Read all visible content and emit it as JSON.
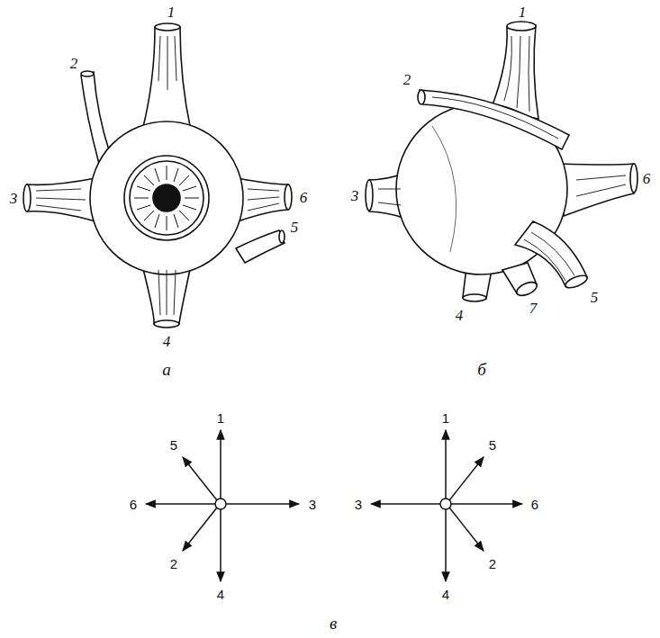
{
  "diagram": {
    "labels": [
      "1",
      "2",
      "3",
      "6",
      "5",
      "4",
      "а",
      "1",
      "2",
      "3",
      "6",
      "4",
      "7",
      "5",
      "б",
      "1",
      "5",
      "6",
      "3",
      "2",
      "4",
      "1",
      "5",
      "3",
      "6",
      "2",
      "4",
      "в"
    ]
  }
}
